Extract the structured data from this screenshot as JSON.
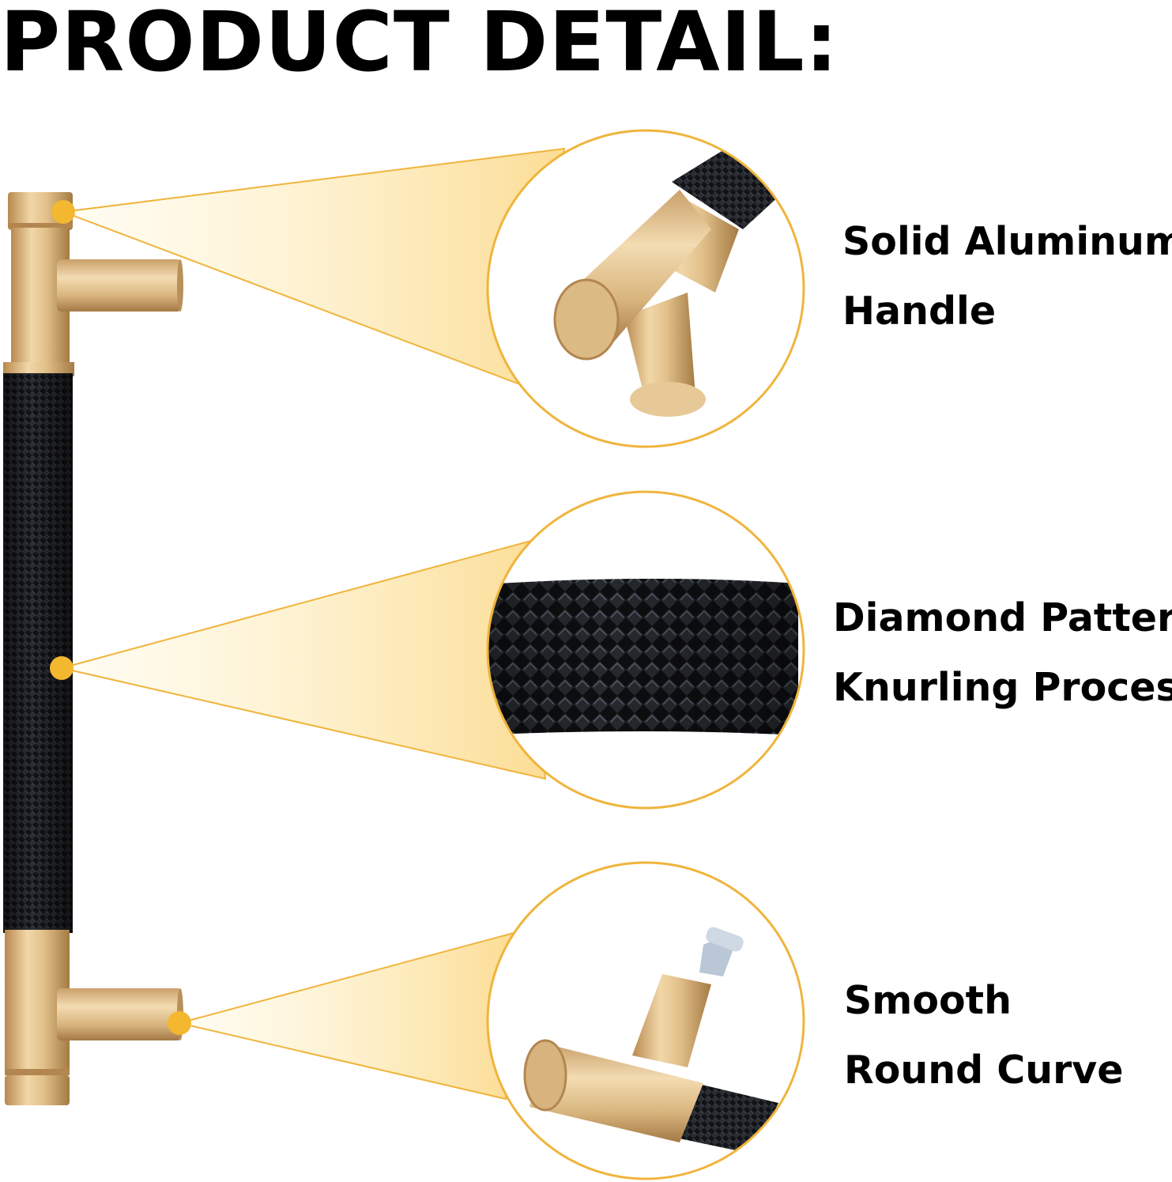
{
  "page": {
    "title": "PRODUCT DETAIL:"
  },
  "features": [
    {
      "line1": "Solid Aluminum",
      "line2": "Handle"
    },
    {
      "line1": "Diamond Pattern",
      "line2": "Knurling Process"
    },
    {
      "line1": "Smooth",
      "line2": "Round Curve"
    }
  ],
  "colors": {
    "accent_gold": "#f3b730",
    "ring_gold": "#f0b43c",
    "brass": "#d9b57a",
    "knurl_black": "#111214"
  }
}
